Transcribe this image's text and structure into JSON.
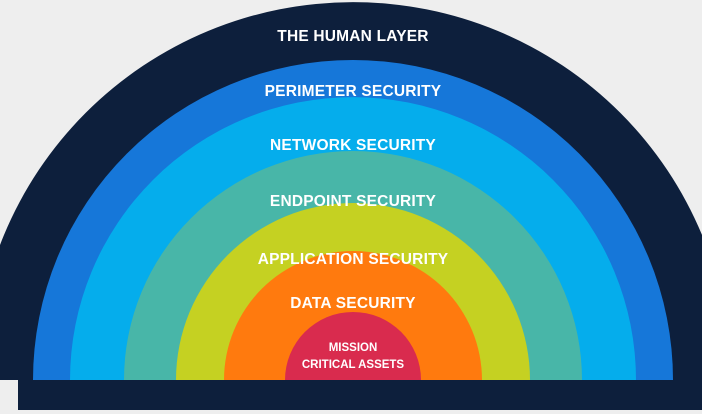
{
  "diagram": {
    "type": "concentric-semicircle-layers",
    "background_color": "#eeeeee",
    "base_bar_color": "#0d1f3c",
    "layers": [
      {
        "name": "the-human-layer",
        "label": "THE HUMAN LAYER",
        "color": "#0d1f3c"
      },
      {
        "name": "perimeter-security",
        "label": "PERIMETER SECURITY",
        "color": "#1677d9"
      },
      {
        "name": "network-security",
        "label": "NETWORK SECURITY",
        "color": "#05adec"
      },
      {
        "name": "endpoint-security",
        "label": "ENDPOINT SECURITY",
        "color": "#48b6a8"
      },
      {
        "name": "application-security",
        "label": "APPLICATION SECURITY",
        "color": "#c5d122"
      },
      {
        "name": "data-security",
        "label": "DATA SECURITY",
        "color": "#ff7a0e"
      }
    ],
    "core": {
      "label_line1": "MISSION",
      "label_line2": "CRITICAL ASSETS",
      "color": "#d92b4e"
    }
  }
}
